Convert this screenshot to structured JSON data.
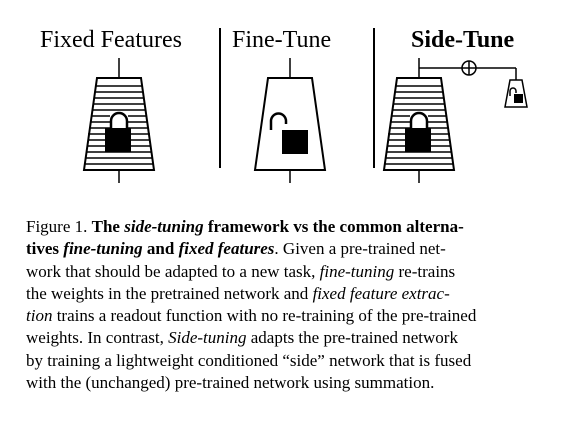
{
  "headers": {
    "fixed": "Fixed Features",
    "fine": "Fine-Tune",
    "side": "Side-Tune"
  },
  "icons": {
    "fixed": [
      "base-network",
      "lock-closed"
    ],
    "fine": [
      "base-network",
      "lock-open"
    ],
    "side": [
      "base-network",
      "lock-closed",
      "summation",
      "side-network",
      "lock-open"
    ]
  },
  "caption": {
    "l1": {
      "a": "Figure 1. ",
      "b": "The ",
      "c": "side-tuning",
      "d": " framework vs the common alterna-"
    },
    "l2": {
      "a": "tives ",
      "b": "fine-tuning",
      "c": " and ",
      "d": "fixed features",
      "e": ".  Given a pre-trained net-"
    },
    "l3": {
      "a": "work that should be adapted to a new task, ",
      "b": "fine-tuning",
      "c": " re-trains"
    },
    "l4": {
      "a": "the weights in the pretrained network and ",
      "b": "fixed feature extrac-"
    },
    "l5": {
      "a": "tion",
      "b": " trains a readout function with no re-training of the pre-trained"
    },
    "l6": {
      "a": "weights.  In contrast, ",
      "b": "Side-tuning",
      "c": " adapts the pre-trained network"
    },
    "l7": {
      "a": "by training a lightweight conditioned “side” network that is fused"
    },
    "l8": {
      "a": "with the (unchanged) pre-trained network using summation."
    }
  }
}
